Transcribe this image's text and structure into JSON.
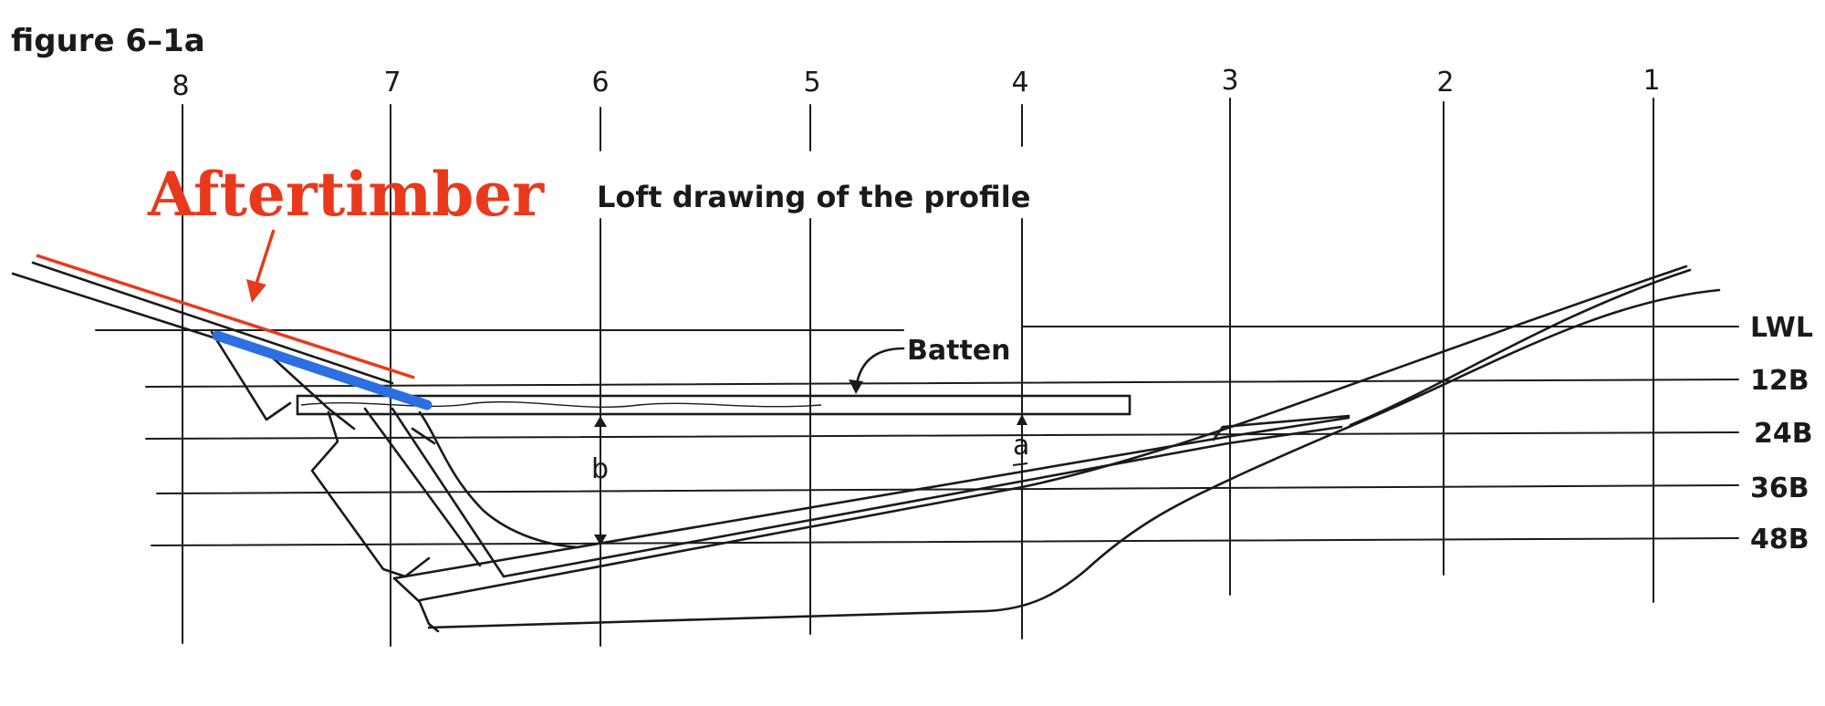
{
  "figure_label": "figure 6–1a",
  "title": "Loft drawing of the profile",
  "station_labels": [
    "8",
    "7",
    "6",
    "5",
    "4",
    "3",
    "2",
    "1"
  ],
  "waterline_labels": [
    "LWL",
    "12B",
    "24B",
    "36B",
    "48B"
  ],
  "annotations": {
    "aftertimber": "Aftertimber",
    "batten": "Batten",
    "measure_a": "a",
    "measure_b": "b"
  },
  "colors": {
    "ink": "#1a1a1a",
    "aftertimber_text": "#e8391d",
    "aftertimber_line": "#e8391d",
    "highlight_line": "#2b6fe0"
  }
}
